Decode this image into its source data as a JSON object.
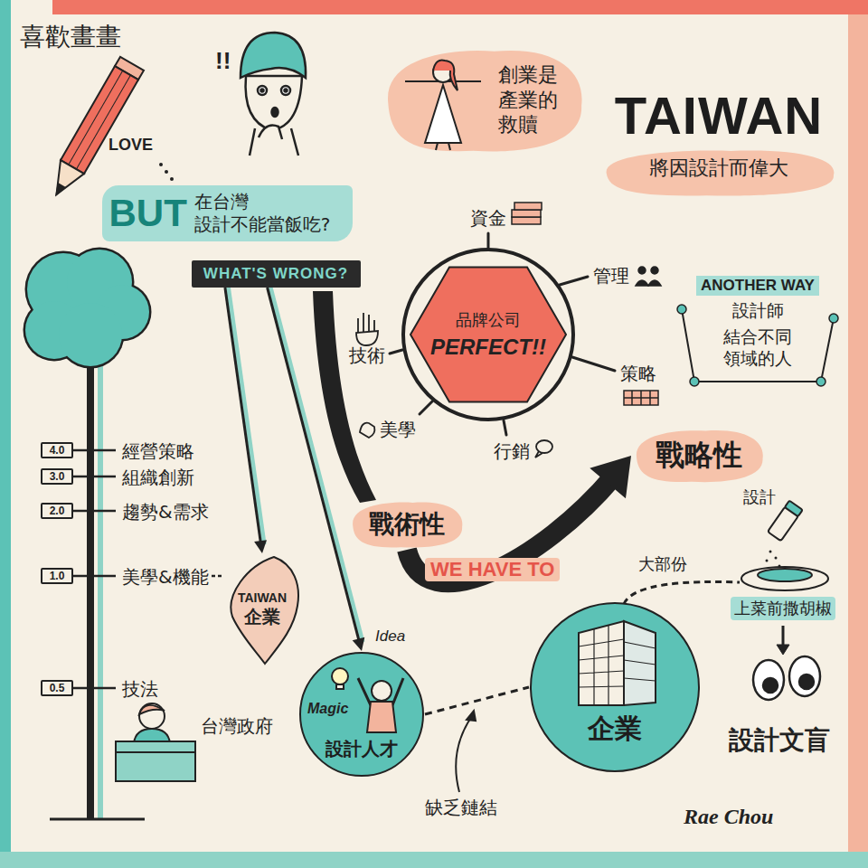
{
  "diagram": {
    "nodes": [
      {
        "text": [
          "BUT",
          "在台灣 設計不能當飯吃?"
        ]
      },
      {
        "text": [
          "WHAT'S WRONG?"
        ]
      },
      {
        "text": [
          "創業是 產業的 救贖"
        ]
      },
      {
        "text": [
          "TAIWAN",
          "將因設計而偉大"
        ]
      },
      {
        "text": [
          "品牌公司",
          "PERFECT!!"
        ]
      },
      {
        "text": [
          "ANOTHER WAY",
          "設計師",
          "結合不同領域的人"
        ]
      },
      {
        "text": [
          "4.0"
        ]
      },
      {
        "text": [
          "3.0"
        ]
      },
      {
        "text": [
          "2.0"
        ]
      },
      {
        "text": [
          "1.0"
        ]
      },
      {
        "text": [
          "0.5"
        ]
      },
      {
        "text": [
          "戰略性"
        ]
      },
      {
        "text": [
          "戰術性"
        ]
      },
      {
        "text": [
          "TAIWAN",
          "企業"
        ]
      },
      {
        "text": [
          "設計人才"
        ]
      },
      {
        "text": [
          "企業"
        ]
      }
    ],
    "edges": [
      {
        "from": 1,
        "to": 13,
        "arrow": "to"
      },
      {
        "from": 1,
        "to": 14,
        "arrow": "to"
      },
      {
        "from": 12,
        "to": 11,
        "arrow": "to",
        "label": "WE HAVE TO"
      },
      {
        "from": 14,
        "to": 15,
        "arrow": "none"
      }
    ],
    "labels": [
      "喜歡畫畫",
      "LOVE",
      "!!",
      "資金",
      "管理",
      "策略",
      "行銷",
      "美學",
      "技術",
      "經營策略",
      "組織創新",
      "趨勢&需求",
      "美學&機能",
      "技法",
      "台灣政府",
      "Idea",
      "Magic",
      "缺乏鏈結",
      "大部份",
      "設計",
      "上菜前撒胡椒",
      "設計文盲",
      "Rae Chou"
    ]
  }
}
